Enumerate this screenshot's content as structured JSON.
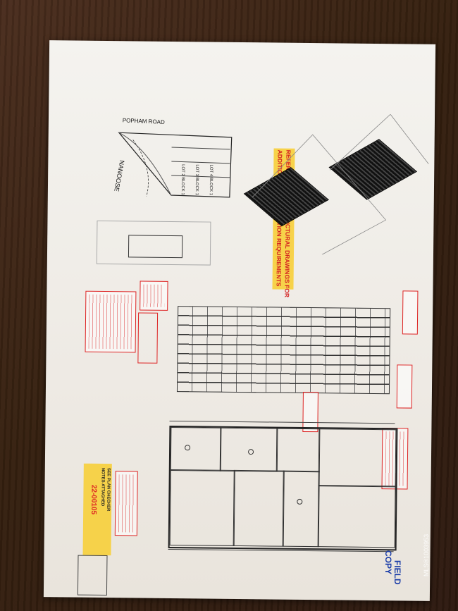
{
  "photo": {
    "subject": "architectural plan sheet on wooden table"
  },
  "site_plan": {
    "road_label": "POPHAM ROAD",
    "street_label": "NANOOSE"
  },
  "notice": {
    "line1": "REFER TO SEALED STRUCTURAL DRAWINGS FOR",
    "line2": "ADDITIONAL CONSTRUCTION REQUIREMENTS"
  },
  "stamp": {
    "permit_label": "SEE PLAN CHECKER",
    "permit_note": "NOTES ATTACHED",
    "permit_number": "22-00105"
  },
  "field_copy": {
    "line1": "FIELD",
    "line2": "COPY"
  },
  "watermark": {
    "text": "MLS®1003953"
  },
  "colors": {
    "paper": "#f0ede8",
    "table": "#3a2418",
    "notice_yellow": "#f7d24a",
    "red_markup": "#d22222",
    "blue_stamp": "#1b3da8"
  }
}
